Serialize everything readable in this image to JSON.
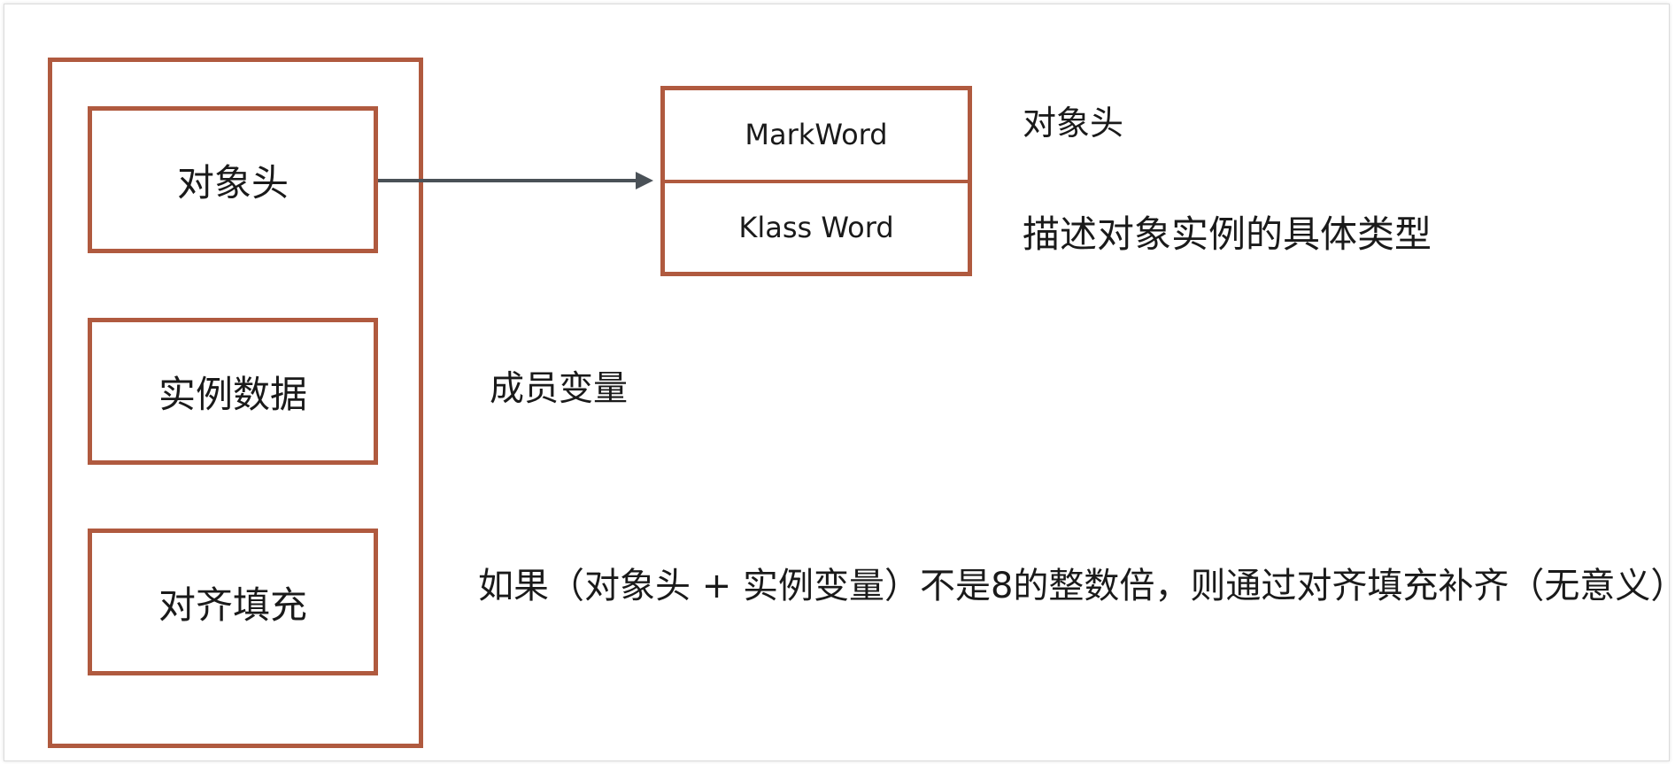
{
  "layout_blocks": {
    "header": "对象头",
    "instance_data": "实例数据",
    "padding": "对齐填充"
  },
  "header_detail": {
    "mark_word": "MarkWord",
    "klass_word": "Klass Word"
  },
  "notes": {
    "mark_word_note": "对象头",
    "klass_word_note": "描述对象实例的具体类型",
    "instance_note": "成员变量",
    "padding_note": "如果（对象头 + 实例变量）不是8的整数倍，则通过对齐填充补齐（无意义）"
  },
  "colors": {
    "box_border": "#b05a3f",
    "arrow": "#4a5157",
    "text": "#1a1a1a"
  }
}
